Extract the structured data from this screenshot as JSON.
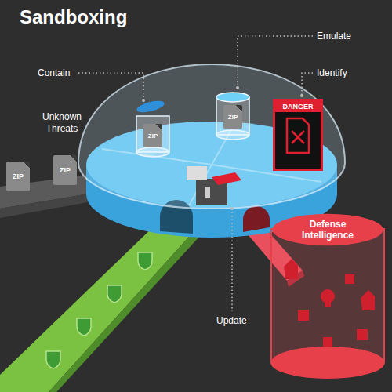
{
  "diagram": {
    "title": "Sandboxing",
    "nodes": [
      {
        "text": [
          "ZIP"
        ]
      },
      {
        "text": [
          "ZIP"
        ]
      },
      {
        "text": [
          "ZIP"
        ]
      },
      {
        "text": [
          "ZIP"
        ]
      },
      {
        "text": [
          "DANGER"
        ]
      },
      {
        "text": [
          "Defense Intelligence"
        ]
      }
    ],
    "labels": [
      "Contain",
      "Emulate",
      "Identify",
      "Unknown Threats",
      "Update"
    ]
  }
}
